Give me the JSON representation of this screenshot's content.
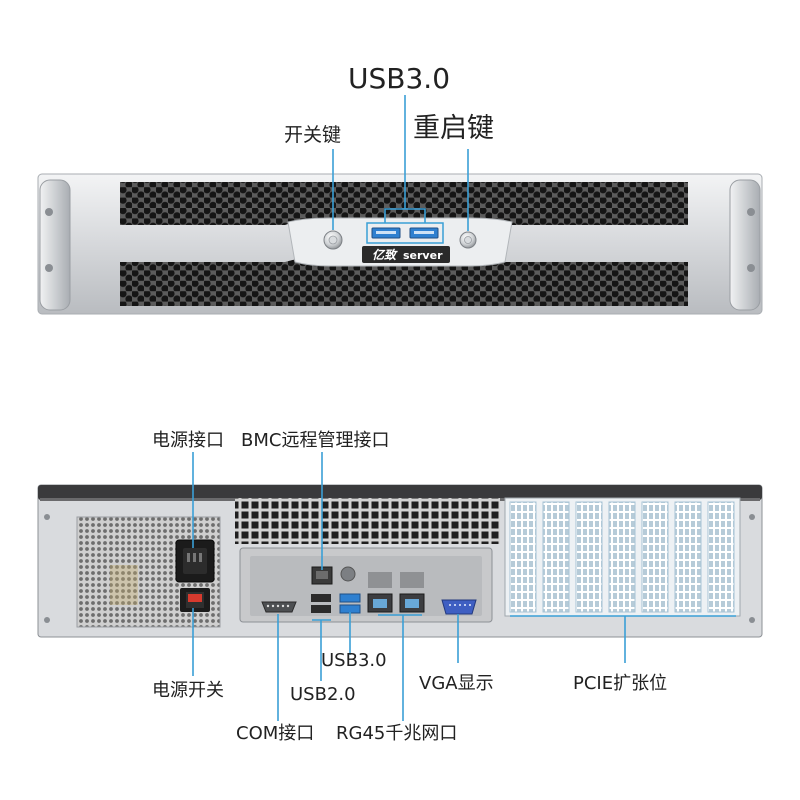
{
  "front_panel": {
    "labels": {
      "usb30": "USB3.0",
      "power_key": "开关键",
      "reset_key": "重启键"
    },
    "brand": {
      "cn": "亿致",
      "en": "server"
    }
  },
  "rear_panel": {
    "labels": {
      "power_port": "电源接口",
      "bmc_port": "BMC远程管理接口",
      "power_switch": "电源开关",
      "usb30": "USB3.0",
      "usb20": "USB2.0",
      "vga": "VGA显示",
      "pcie": "PCIE扩张位",
      "com": "COM接口",
      "rj45": "RG45千兆网口"
    }
  },
  "colors": {
    "leader_line": "#3a9fd6",
    "usb3_port": "#2f80d0",
    "vga_port": "#3f5fc2",
    "pcie_slot": "#a8c4d6",
    "chassis_silver": "#d8dadd",
    "chassis_dark": "#3a3a3c"
  }
}
